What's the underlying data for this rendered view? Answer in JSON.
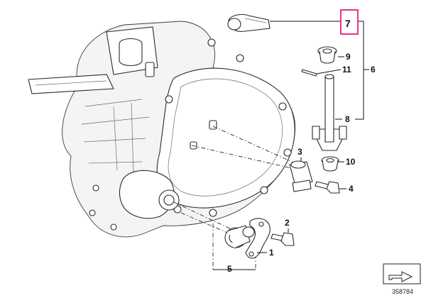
{
  "diagram": {
    "callouts": [
      {
        "id": "1",
        "label": "1"
      },
      {
        "id": "2",
        "label": "2"
      },
      {
        "id": "3",
        "label": "3"
      },
      {
        "id": "4",
        "label": "4"
      },
      {
        "id": "5",
        "label": "5"
      },
      {
        "id": "6",
        "label": "6"
      },
      {
        "id": "7",
        "label": "7"
      },
      {
        "id": "8",
        "label": "8"
      },
      {
        "id": "9",
        "label": "9"
      },
      {
        "id": "10",
        "label": "10"
      },
      {
        "id": "11",
        "label": "11"
      }
    ],
    "highlighted_callout": "7",
    "highlight_color": "#e8338a",
    "reference_number": "358784",
    "icon": "arrow-direction-icon"
  }
}
